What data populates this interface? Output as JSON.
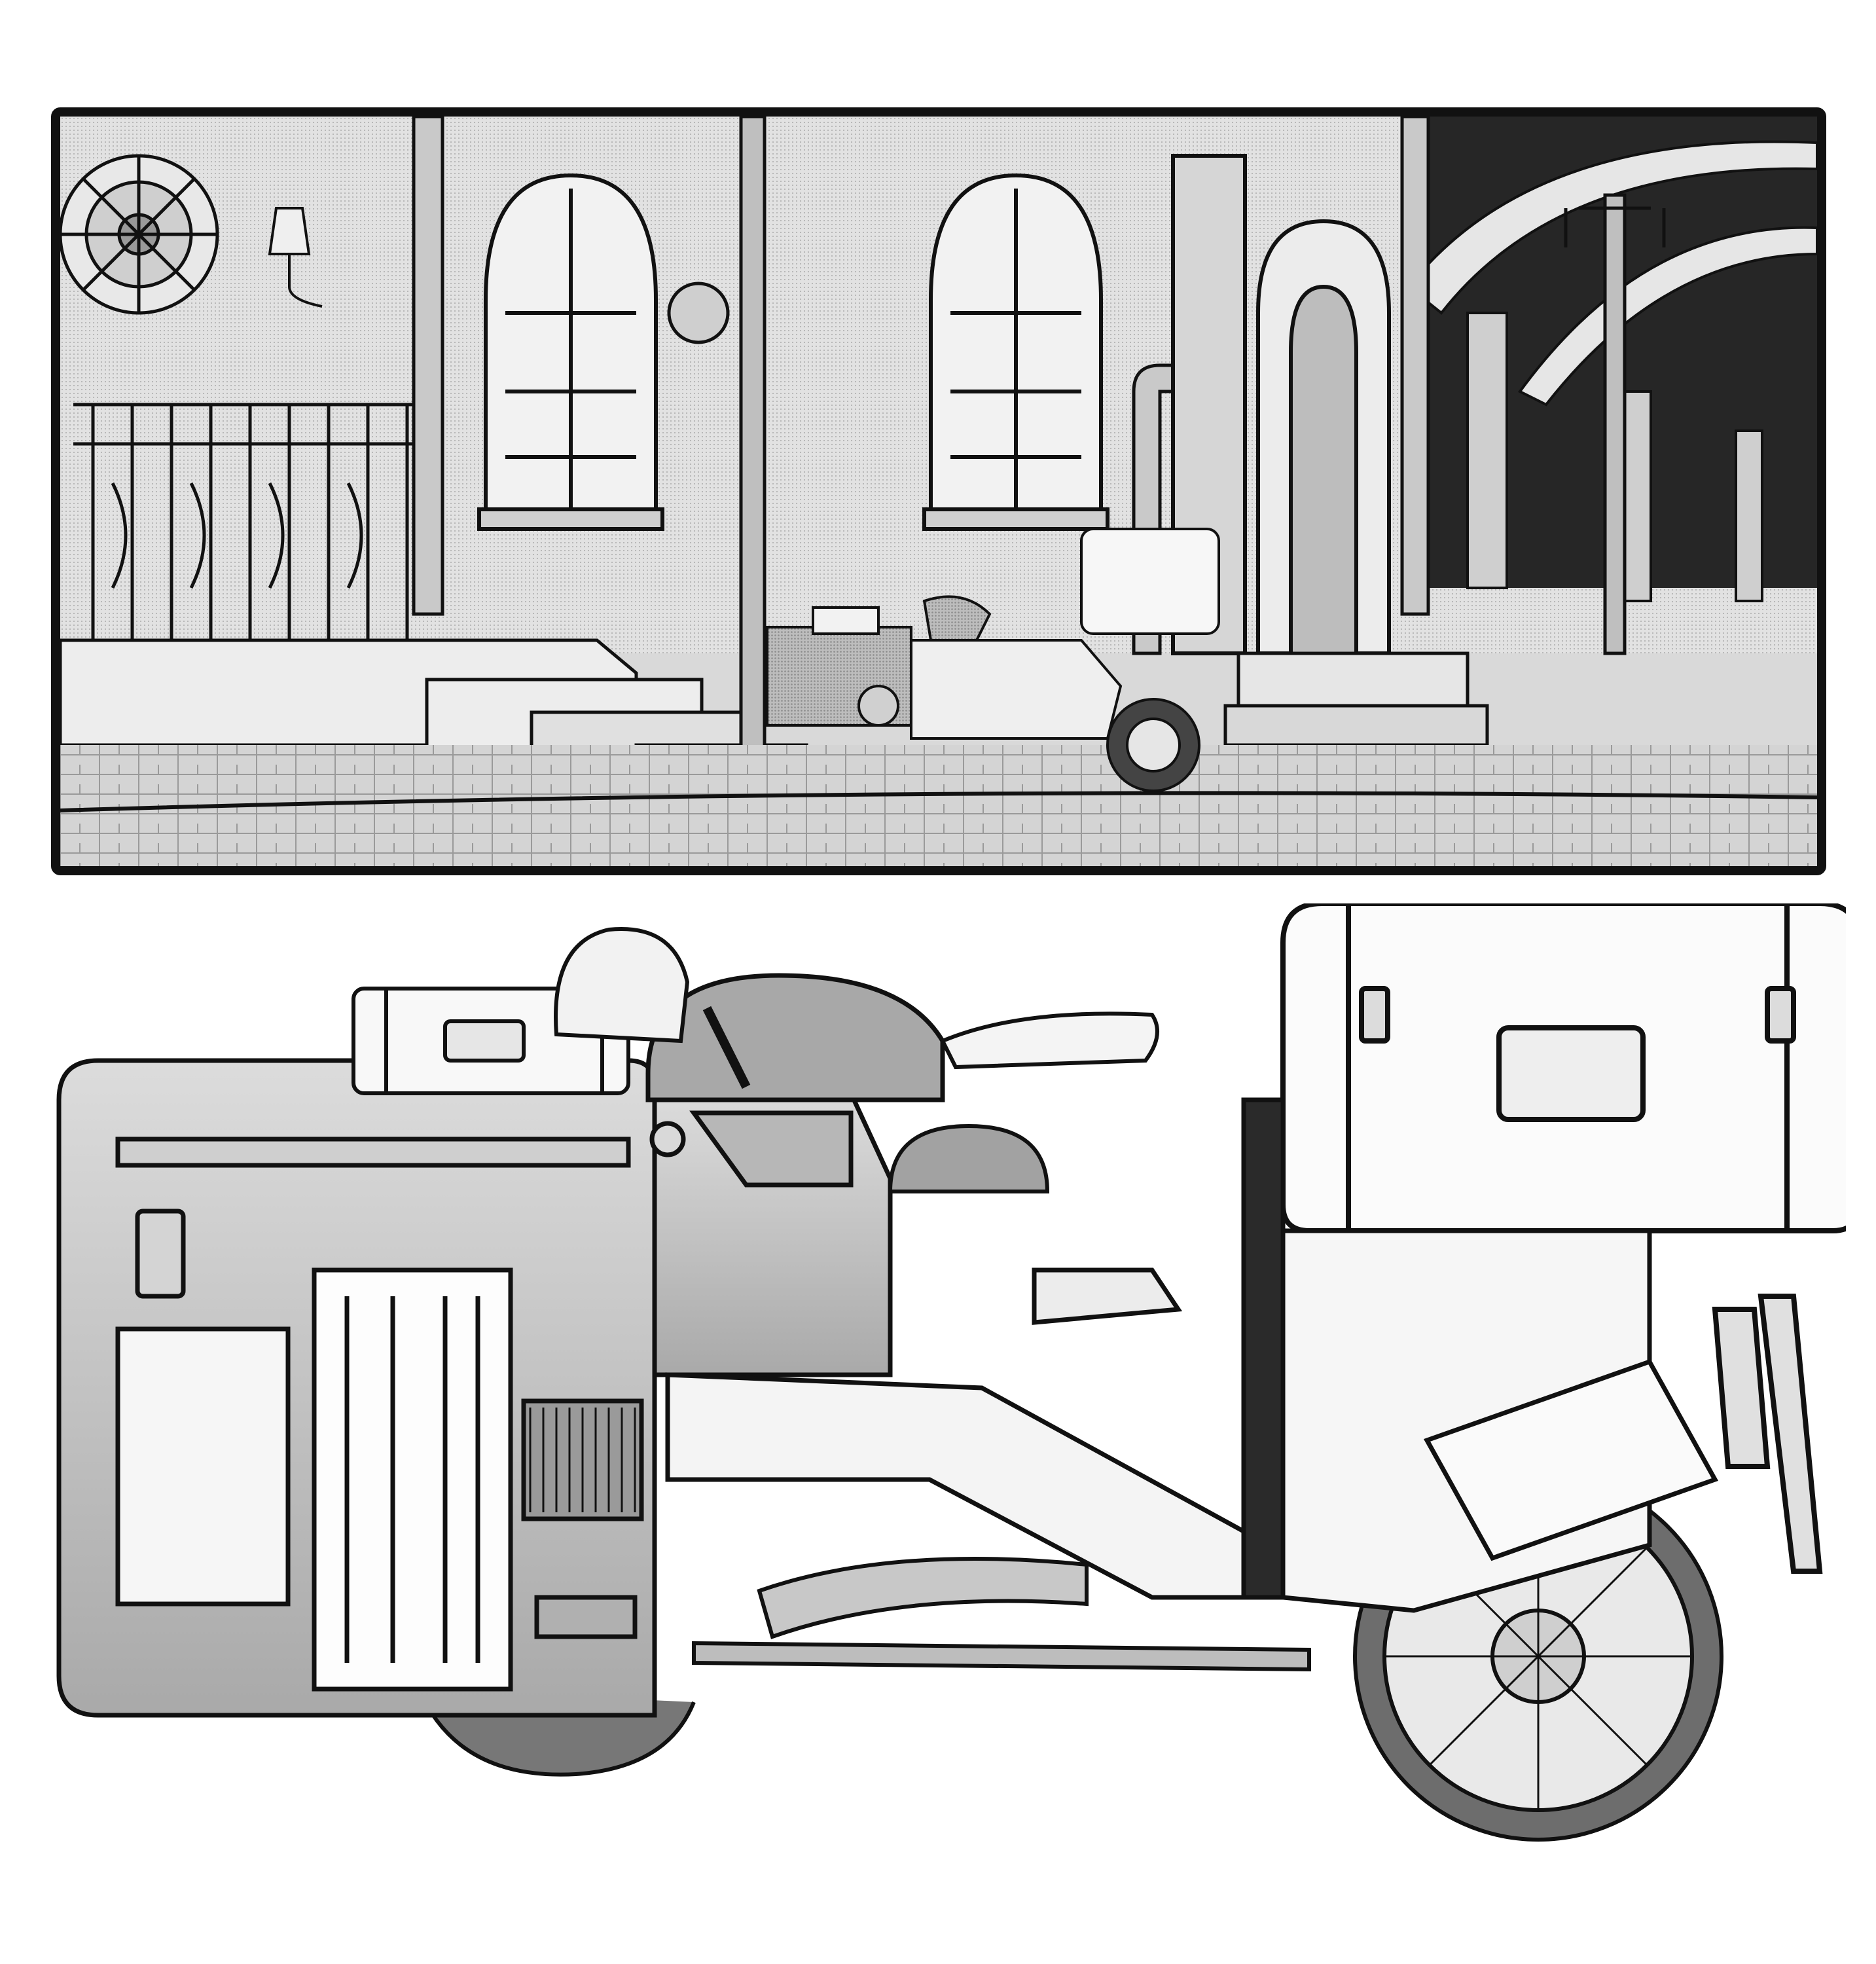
{
  "artwork": {
    "style": "black-and-white manga screentone illustration",
    "palette": {
      "ink": "#111111",
      "screentone_light": "#e4e4e4",
      "screentone_mid": "#bdbdbd",
      "screentone_dark": "#8a8a8a",
      "shadow": "#2b2b2b",
      "paper": "#ffffff"
    }
  },
  "panel": {
    "subject": "street-scene",
    "elements": [
      "gear-ornament-icon",
      "wall-lantern-icon",
      "arched-window-icon",
      "drain-pipe-icon",
      "iron-fence-icon",
      "stone-steps-icon",
      "street-lamp-icon",
      "arcade-arches-icon",
      "parked-motorcycle-icon"
    ]
  },
  "sheet": {
    "subject": "motorcycle-side-view",
    "elements": [
      "cargo-box-icon",
      "small-case-icon",
      "fuel-tank-icon",
      "seat-icon",
      "headlight-icon",
      "engine-block-icon",
      "exhaust-hose-icon",
      "rear-wheel-icon",
      "front-wheel-icon",
      "kickstand-icon"
    ]
  }
}
